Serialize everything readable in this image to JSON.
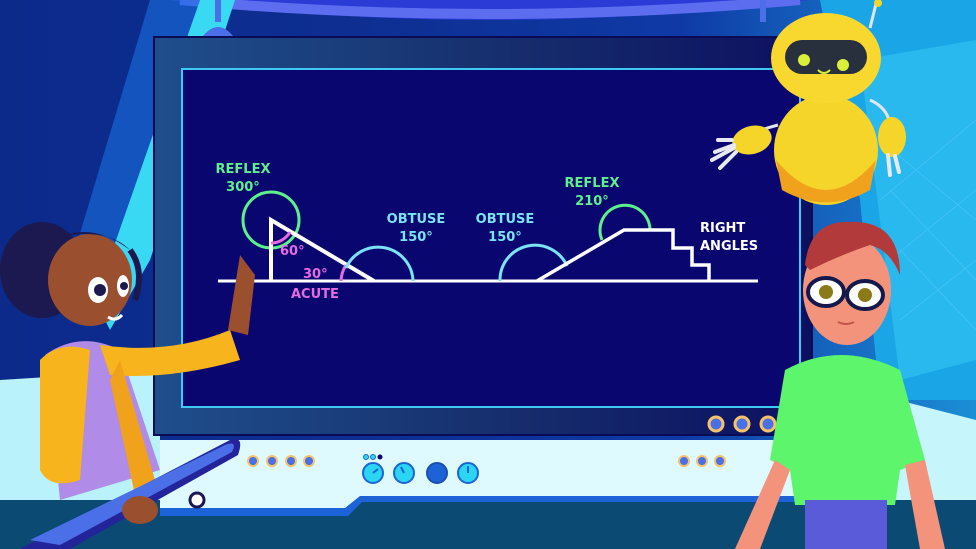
{
  "scene": {
    "title": "Types of angles classroom scene",
    "colors": {
      "screen_bg": "#0a0670",
      "frame": "#1f4e8c",
      "screen_border": "#3ec8f2",
      "reflex": "#5ef08a",
      "obtuse": "#7ae3f4",
      "acute": "#e46be0",
      "line": "#ffffff",
      "robot": "#f6d52a",
      "girl_jacket": "#f7b41c",
      "boy_shirt": "#5cf56c"
    }
  },
  "board": {
    "left_figure": {
      "reflex_label": "REFLEX",
      "reflex_value": "300°",
      "angle_top": "60°",
      "angle_bottom": "30°",
      "acute_label": "ACUTE",
      "obtuse_label": "OBTUSE",
      "obtuse_value": "150°"
    },
    "right_figure": {
      "obtuse_label": "OBTUSE",
      "obtuse_value": "150°",
      "reflex_label": "REFLEX",
      "reflex_value": "210°",
      "right_label_line1": "RIGHT",
      "right_label_line2": "ANGLES"
    }
  },
  "console": {
    "left_lights": 4,
    "gauges": 4,
    "right_lights": 3,
    "screen_buttons": 3
  },
  "characters": [
    "girl-with-skateboard",
    "boy-with-glasses",
    "yellow-robot"
  ]
}
